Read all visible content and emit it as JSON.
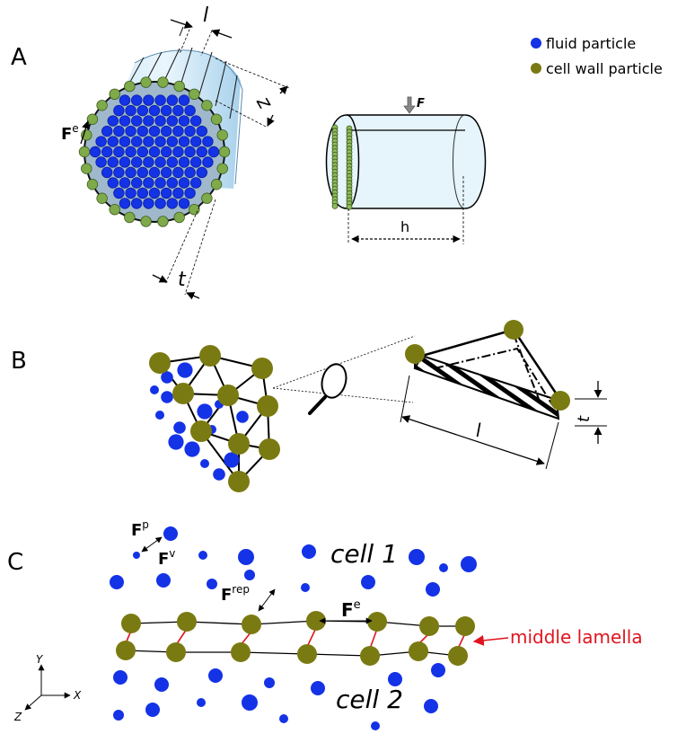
{
  "panels": {
    "a": "A",
    "b": "B",
    "c": "C"
  },
  "legend": {
    "fluid": {
      "label": "fluid particle",
      "color": "#1432e6"
    },
    "wall": {
      "label": "cell wall particle",
      "color": "#7a7a12"
    }
  },
  "panel_a": {
    "dim_l": "l",
    "dim_z": "z",
    "dim_t": "t",
    "dim_h": "h",
    "force_label": "F",
    "fe_main": "F",
    "fe_sup": "e"
  },
  "panel_b": {
    "dim_l": "l",
    "dim_t": "t"
  },
  "panel_c": {
    "cell1": "cell 1",
    "cell2": "cell 2",
    "middle_lamella": "middle lamella",
    "fp_main": "F",
    "fp_sup": "p",
    "fv_main": "F",
    "fv_sup": "v",
    "frep_main": "F",
    "frep_sup": "rep",
    "fe_main": "F",
    "fe_sup": "e",
    "axis_y": "Y",
    "axis_x": "X",
    "axis_z": "Z",
    "lamella_color": "#e0141e"
  }
}
